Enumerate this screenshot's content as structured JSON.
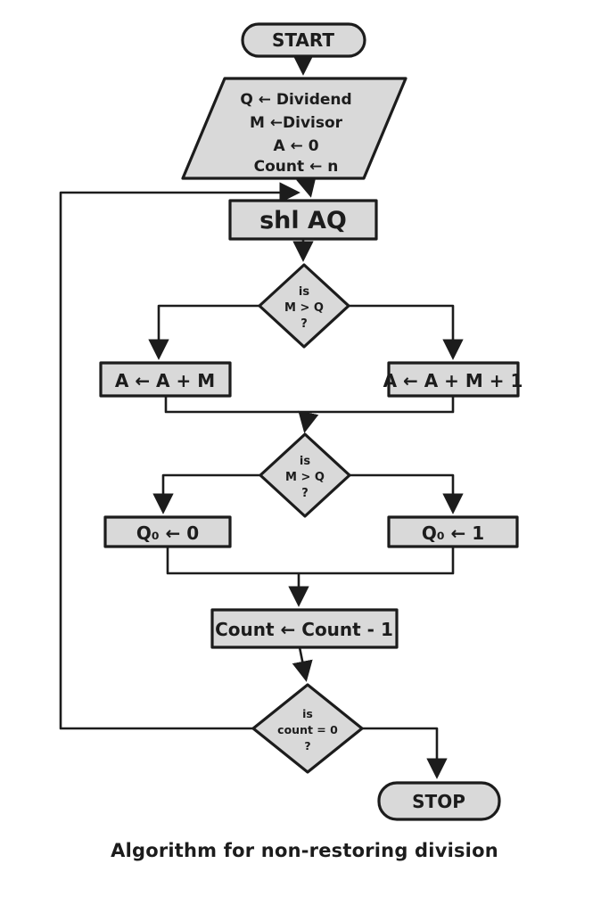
{
  "caption": "Algorithm for non-restoring division",
  "colors": {
    "node_fill": "#d9d9d9",
    "stroke": "#1c1c1c",
    "background": "#ffffff"
  },
  "nodes": {
    "start": {
      "label": "START"
    },
    "init": {
      "lines": [
        "Q ← Dividend",
        "M ←Divisor",
        "A ← 0",
        "Count ← n"
      ]
    },
    "shl": {
      "label": "shl AQ"
    },
    "decision1": {
      "line1": "is",
      "line2": "M > Q",
      "line3": "?"
    },
    "add_m": {
      "label": "A ← A + M"
    },
    "add_m_plus_1": {
      "label": "A ← A + M + 1"
    },
    "decision2": {
      "line1": "is",
      "line2": "M > Q",
      "line3": "?"
    },
    "q0_set_0": {
      "label": "Q₀ ← 0"
    },
    "q0_set_1": {
      "label": "Q₀ ← 1"
    },
    "count_dec": {
      "label": "Count ← Count - 1"
    },
    "decision3": {
      "line1": "is",
      "line2": "count = 0",
      "line3": "?"
    },
    "stop": {
      "label": "STOP"
    }
  }
}
